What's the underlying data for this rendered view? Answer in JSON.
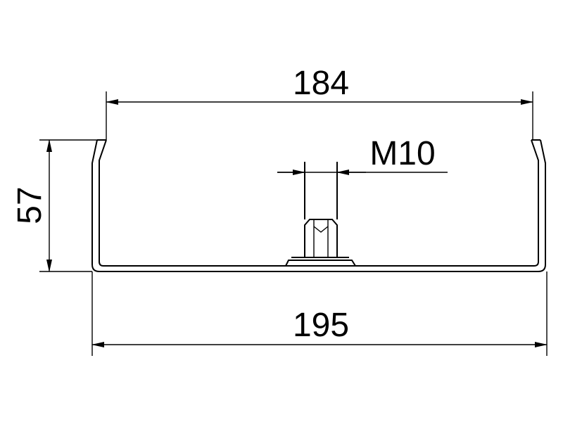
{
  "dimensions": {
    "inner_width": "184",
    "outer_width": "195",
    "height": "57",
    "bolt": "M10"
  }
}
